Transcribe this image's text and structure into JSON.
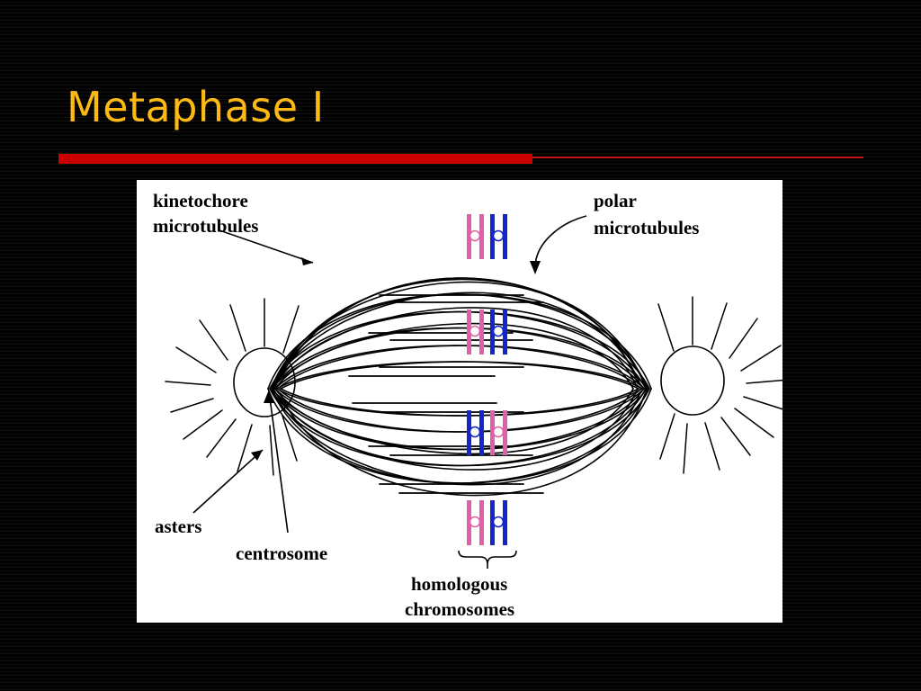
{
  "slide": {
    "title": "Metaphase I",
    "title_color": "#FDB913",
    "background_color": "#000000",
    "rule_color": "#CC0000"
  },
  "diagram": {
    "name": "metaphase-i-spindle-diagram",
    "background_color": "#FFFFFF",
    "line_color": "#000000",
    "labels": [
      {
        "id": "kinetochore-microtubules",
        "line1": "kinetochore",
        "line2": "microtubules"
      },
      {
        "id": "polar-microtubules",
        "line1": "polar",
        "line2": "microtubules"
      },
      {
        "id": "asters",
        "line1": "asters",
        "line2": ""
      },
      {
        "id": "centrosome",
        "line1": "centrosome",
        "line2": ""
      },
      {
        "id": "homologous-chromosomes",
        "line1": "homologous",
        "line2": "chromosomes"
      }
    ],
    "structures": {
      "centrosome_left": "centrosome-left",
      "centrosome_right": "centrosome-right",
      "aster_count_left": 20,
      "aster_count_right": 20,
      "spindle_fiber_pairs": 8
    },
    "chromosome_colors": {
      "maternal": "#E05FA8",
      "paternal": "#1426C8",
      "centromere": "#FFFFFF"
    },
    "chromosome_pairs": [
      {
        "index": 1,
        "left_color": "maternal",
        "right_color": "paternal"
      },
      {
        "index": 2,
        "left_color": "maternal",
        "right_color": "paternal"
      },
      {
        "index": 3,
        "left_color": "paternal",
        "right_color": "maternal"
      },
      {
        "index": 4,
        "left_color": "maternal",
        "right_color": "paternal"
      }
    ]
  }
}
